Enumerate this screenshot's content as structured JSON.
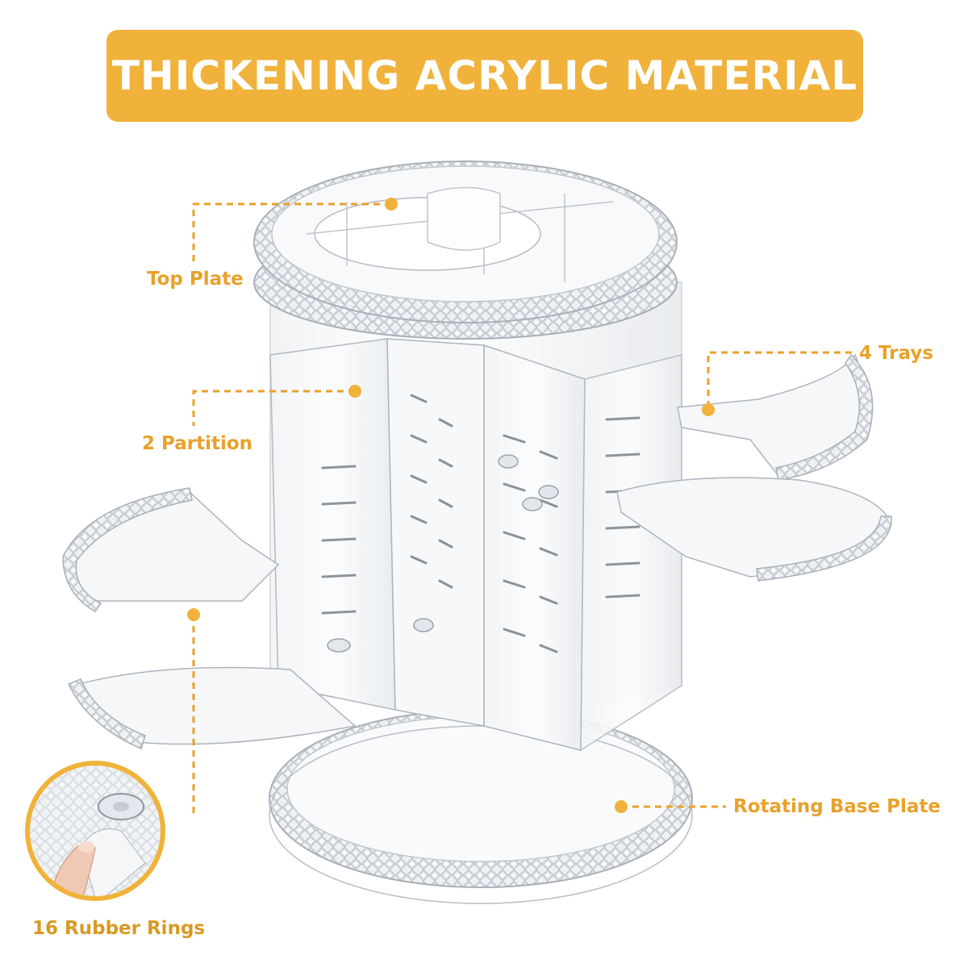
{
  "banner": {
    "title": "THICKENING ACRYLIC MATERIAL"
  },
  "callouts": {
    "top_plate": "Top Plate",
    "trays": "4 Trays",
    "partition": "2 Partition",
    "base_plate": "Rotating Base Plate",
    "rubber_rings": "16 Rubber Rings"
  },
  "colors": {
    "accent": "#f0b23a",
    "label": "#e8a12a",
    "acrylic_edge": "#b9bec4",
    "acrylic_fill": "#f4f6f8"
  }
}
